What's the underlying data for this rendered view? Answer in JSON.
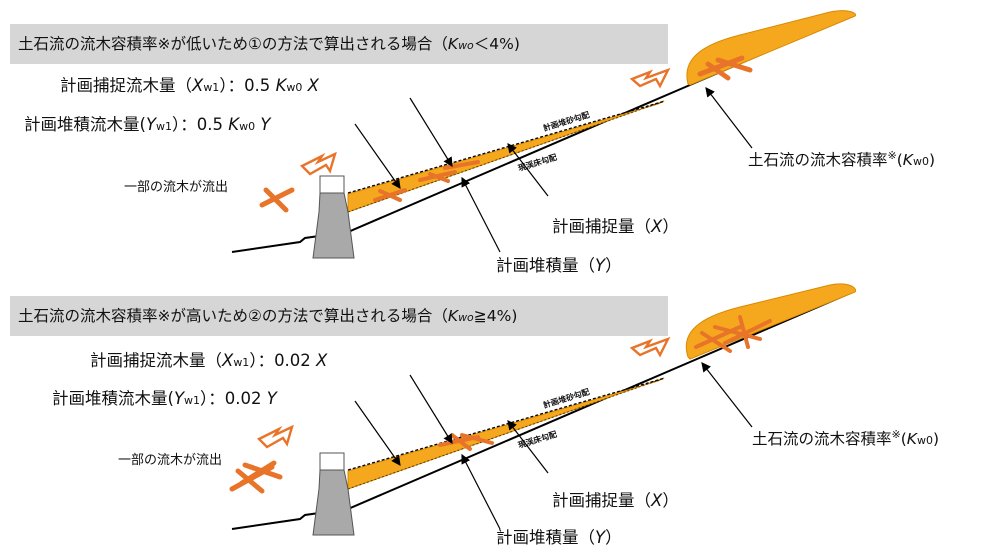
{
  "colors": {
    "deposit": "#f5a81e",
    "deposit_edge": "#d98a00",
    "wood": "#e8742a",
    "dam": "#a9a9a9",
    "header_bg": "#d6d6d6",
    "line": "#000000"
  },
  "panels": [
    {
      "header": {
        "prefix": "土石流の流木容積率※が低いため①の方法で算出される場合（",
        "k_letter": "K",
        "k_sub": "wo",
        "suffix": "＜4%)"
      },
      "capture": {
        "prefix": "計画捕捉流木量（",
        "x_letter": "X",
        "x_sub": "w1",
        "middle": "）：0.5 ",
        "k_letter": "K",
        "k_sub": "w0",
        "tail_letter": "X"
      },
      "deposit": {
        "prefix": "計画堆積流木量(",
        "y_letter": "Y",
        "y_sub": "w1",
        "middle": "）：0.5 ",
        "k_letter": "K",
        "k_sub": "w0",
        "tail_letter": "Y"
      },
      "outflow": "一部の流木が流出",
      "rate": {
        "prefix": "土石流の流木容積率",
        "mark": "※",
        "paren": "(",
        "k_letter": "K",
        "k_sub": "w0",
        ")": ")"
      },
      "x_label": {
        "prefix": "計画捕捉量（",
        "letter": "X",
        "suffix": "）"
      },
      "y_label": {
        "prefix": "計画堆積量（",
        "letter": "Y",
        "suffix": "）"
      },
      "slope_top": "計画堆砂勾配",
      "slope_bottom": "現渓床勾配"
    },
    {
      "header": {
        "prefix": "土石流の流木容積率※が高いため②の方法で算出される場合（",
        "k_letter": "K",
        "k_sub": "wo",
        "suffix": "≧4%)"
      },
      "capture": {
        "prefix": "計画捕捉流木量（",
        "x_letter": "X",
        "x_sub": "w1",
        "middle": "）：0.02 ",
        "tail_letter": "X"
      },
      "deposit": {
        "prefix": "計画堆積流木量(",
        "y_letter": "Y",
        "y_sub": "w1",
        "middle": "）：0.02 ",
        "tail_letter": "Y"
      },
      "outflow": "一部の流木が流出",
      "rate": {
        "prefix": "土石流の流木容積率",
        "mark": "※",
        "paren": "(",
        "k_letter": "K",
        "k_sub": "w0",
        ")": ")"
      },
      "x_label": {
        "prefix": "計画捕捉量（",
        "letter": "X",
        "suffix": "）"
      },
      "y_label": {
        "prefix": "計画堆積量（",
        "letter": "Y",
        "suffix": "）"
      },
      "slope_top": "計画堆砂勾配",
      "slope_bottom": "現渓床勾配"
    }
  ]
}
